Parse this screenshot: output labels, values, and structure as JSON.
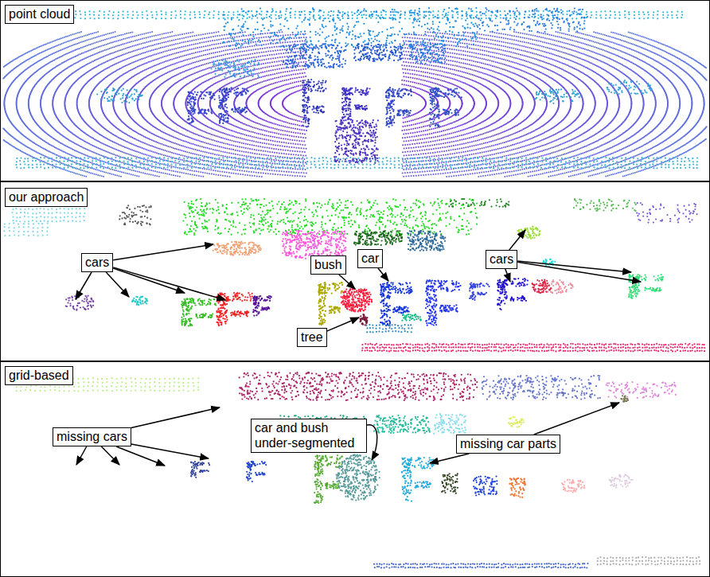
{
  "diagram": {
    "nodes": [
      {
        "text": [
          "point cloud"
        ]
      },
      {
        "text": [
          "our approach"
        ]
      },
      {
        "text": [
          "car"
        ]
      },
      {
        "text": [
          "cars"
        ]
      },
      {
        "text": [
          "cars"
        ]
      },
      {
        "text": [
          "bush"
        ]
      },
      {
        "text": [
          "tree"
        ]
      },
      {
        "text": [
          "grid-based"
        ]
      },
      {
        "text": [
          "car and bush under-segmented"
        ]
      },
      {
        "text": [
          "missing cars"
        ]
      },
      {
        "text": [
          "missing car parts"
        ]
      }
    ],
    "edges": []
  }
}
